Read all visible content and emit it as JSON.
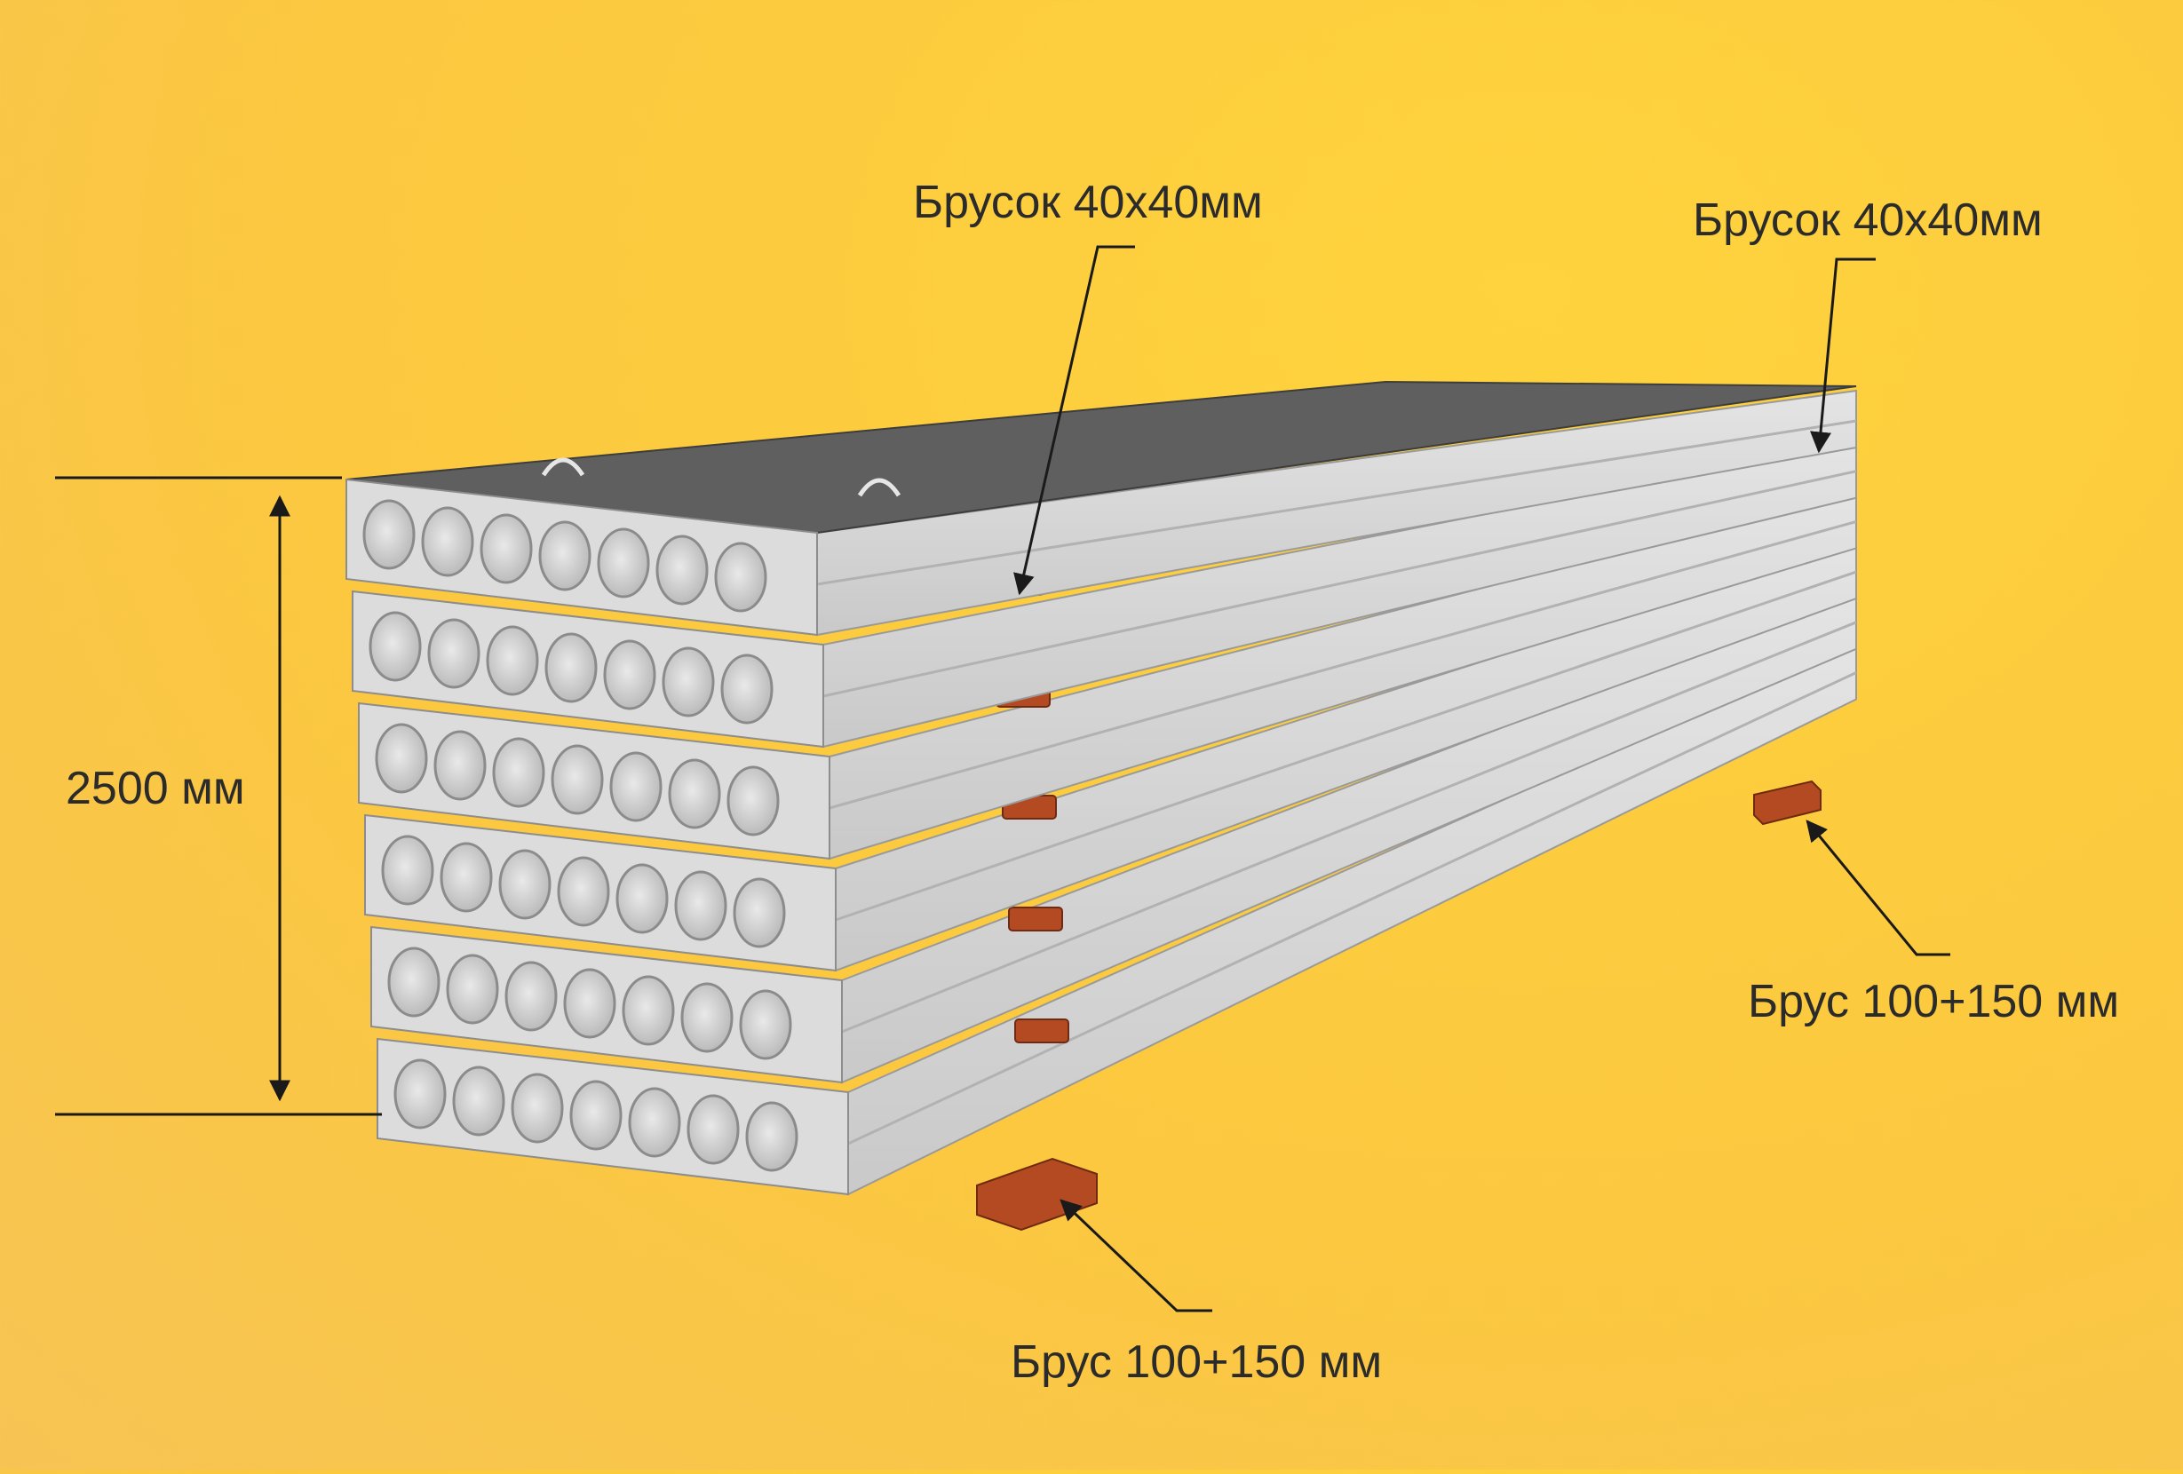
{
  "labels": {
    "top_spacer_left": "Брусок 40х40мм",
    "top_spacer_right": "Брусок 40х40мм",
    "bottom_beam_right": "Брус 100+150 мм",
    "bottom_beam_front": "Брус 100+150 мм",
    "height_dimension": "2500 мм"
  },
  "stack": {
    "slab_count": 6,
    "holes_per_slab": 7
  },
  "colors": {
    "background": "#fcc83f",
    "concrete_light": "#dcdcdc",
    "concrete_side": "#cfcfcf",
    "concrete_top": "#5f5f5f",
    "wood": "#b34a22",
    "line": "#1a1a1a"
  }
}
